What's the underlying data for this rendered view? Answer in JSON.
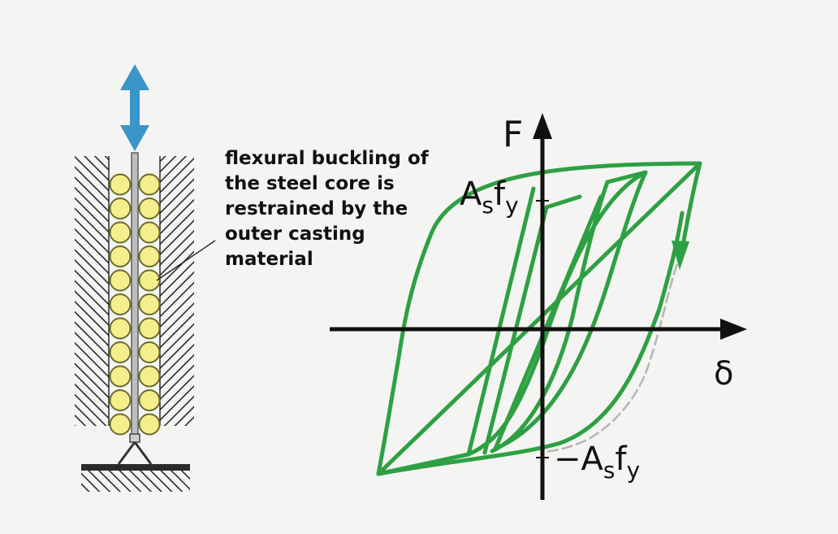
{
  "annotation": {
    "lines": [
      "flexural buckling of",
      "the steel core is",
      "restrained by the",
      "outer casting",
      "material"
    ]
  },
  "graph": {
    "y_axis_label": "F",
    "x_axis_label": "δ",
    "pos_yield_label": {
      "base": "A",
      "sub1": "s",
      "mid": "f",
      "sub2": "y"
    },
    "neg_yield_label": {
      "base": "−A",
      "sub1": "s",
      "mid": "f",
      "sub2": "y"
    }
  },
  "colors": {
    "loop_green": "#2ea043",
    "axis": "#111111",
    "arrow_blue": "#3a95c9",
    "ball_fill": "#f3ef8c",
    "ball_stroke": "#6e6a2e",
    "hatch": "#2a2a2a",
    "core": "#bdbdbd",
    "dashed_path": "#b5b5b5"
  }
}
